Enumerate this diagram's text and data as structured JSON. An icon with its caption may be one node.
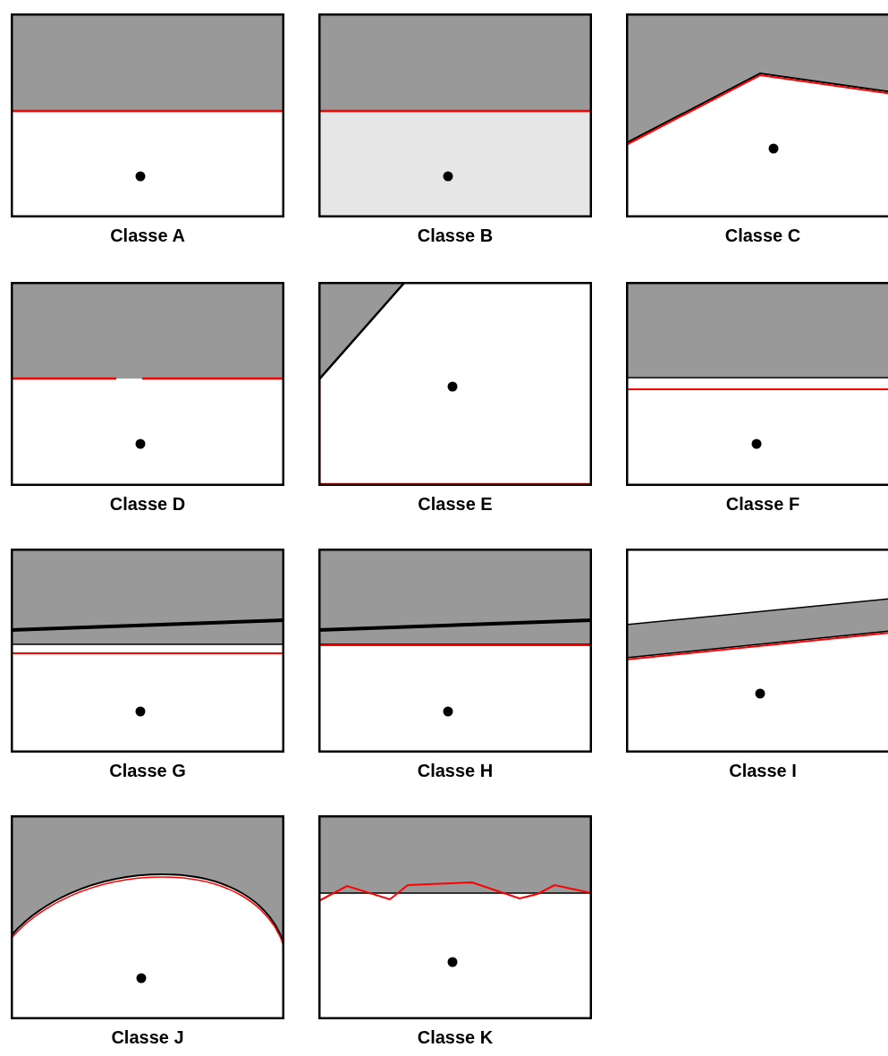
{
  "diagram": {
    "nodes": [
      {
        "text": [
          "Classe A"
        ]
      },
      {
        "text": [
          "Classe B"
        ]
      },
      {
        "text": [
          "Classe C"
        ]
      },
      {
        "text": [
          "Classe D"
        ]
      },
      {
        "text": [
          "Classe E"
        ]
      },
      {
        "text": [
          "Classe F"
        ]
      },
      {
        "text": [
          "Classe G"
        ]
      },
      {
        "text": [
          "Classe H"
        ]
      },
      {
        "text": [
          "Classe I"
        ]
      },
      {
        "text": [
          "Classe J"
        ]
      },
      {
        "text": [
          "Classe K"
        ]
      }
    ]
  }
}
